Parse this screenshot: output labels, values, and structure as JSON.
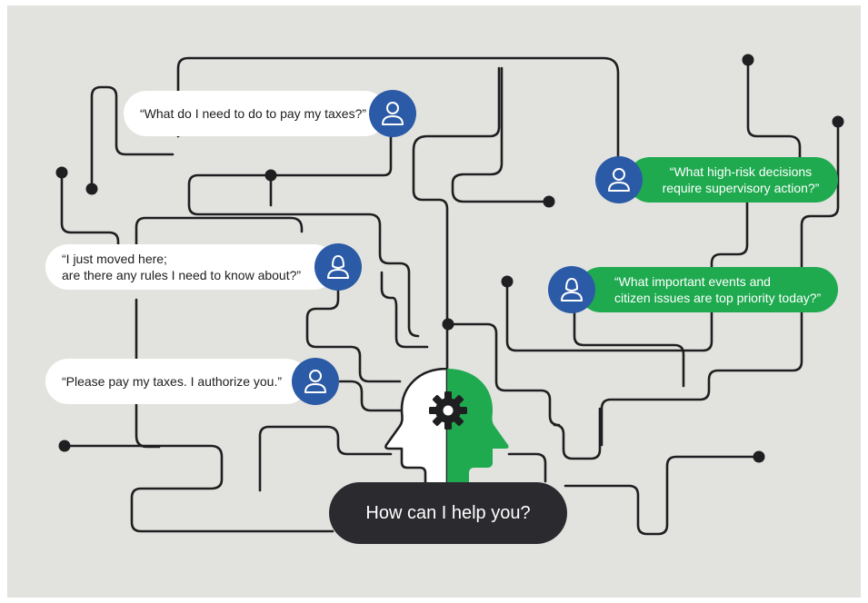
{
  "colors": {
    "background": "#e2e3de",
    "line": "#1f1f22",
    "citizen_avatar": "#2b5aa6",
    "citizen_bubble": "#ffffff",
    "official_bubble": "#1faa4f",
    "head_left": "#ffffff",
    "head_right": "#1faa4f",
    "cta_bubble": "#2b2b2f"
  },
  "icons": {
    "avatar": "person-outline-icon",
    "avatar_female": "person-female-outline-icon",
    "head": "head-profile-icon",
    "gear": "gear-icon"
  },
  "questions": [
    {
      "text_lines": [
        "“What do I need to do to pay my taxes?”"
      ],
      "style": "white",
      "avatar": "person-outline-icon"
    },
    {
      "text_lines": [
        "“I just moved here;",
        "are there any rules I need to know about?”"
      ],
      "style": "white",
      "avatar": "person-female-outline-icon"
    },
    {
      "text_lines": [
        "“Please pay my taxes. I authorize you.”"
      ],
      "style": "white",
      "avatar": "person-outline-icon"
    },
    {
      "text_lines": [
        "“What high-risk decisions",
        "require supervisory action?”"
      ],
      "style": "green",
      "avatar": "person-outline-icon"
    },
    {
      "text_lines": [
        "“What important events and",
        "citizen issues are top priority today?”"
      ],
      "style": "green",
      "avatar": "person-female-outline-icon"
    }
  ],
  "cta": {
    "text": "How can I help you?"
  }
}
